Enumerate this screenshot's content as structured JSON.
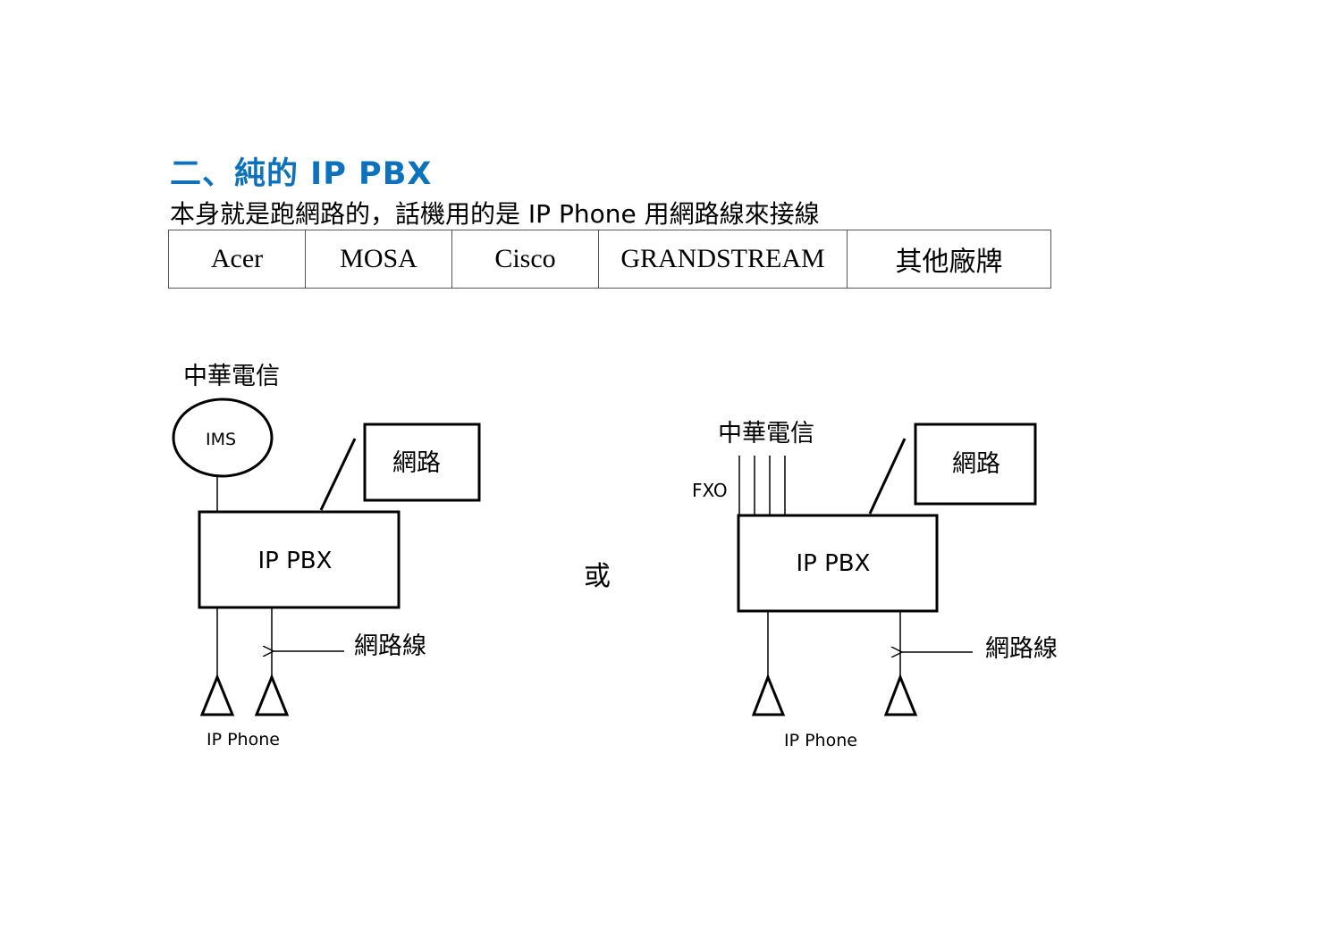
{
  "heading": "二、純的 IP PBX",
  "description": "本身就是跑網路的，話機用的是 IP Phone 用網路線來接線",
  "brands": [
    "Acer",
    "MOSA",
    "Cisco",
    "GRANDSTREAM",
    "其他廠牌"
  ],
  "connector_word": "或",
  "left_diagram": {
    "carrier": "中華電信",
    "ims": "IMS",
    "network": "網路",
    "pbx": "IP PBX",
    "cable": "網路線",
    "phone": "IP Phone"
  },
  "right_diagram": {
    "carrier": "中華電信",
    "fxo": "FXO",
    "network": "網路",
    "pbx": "IP PBX",
    "cable": "網路線",
    "phone": "IP Phone"
  }
}
